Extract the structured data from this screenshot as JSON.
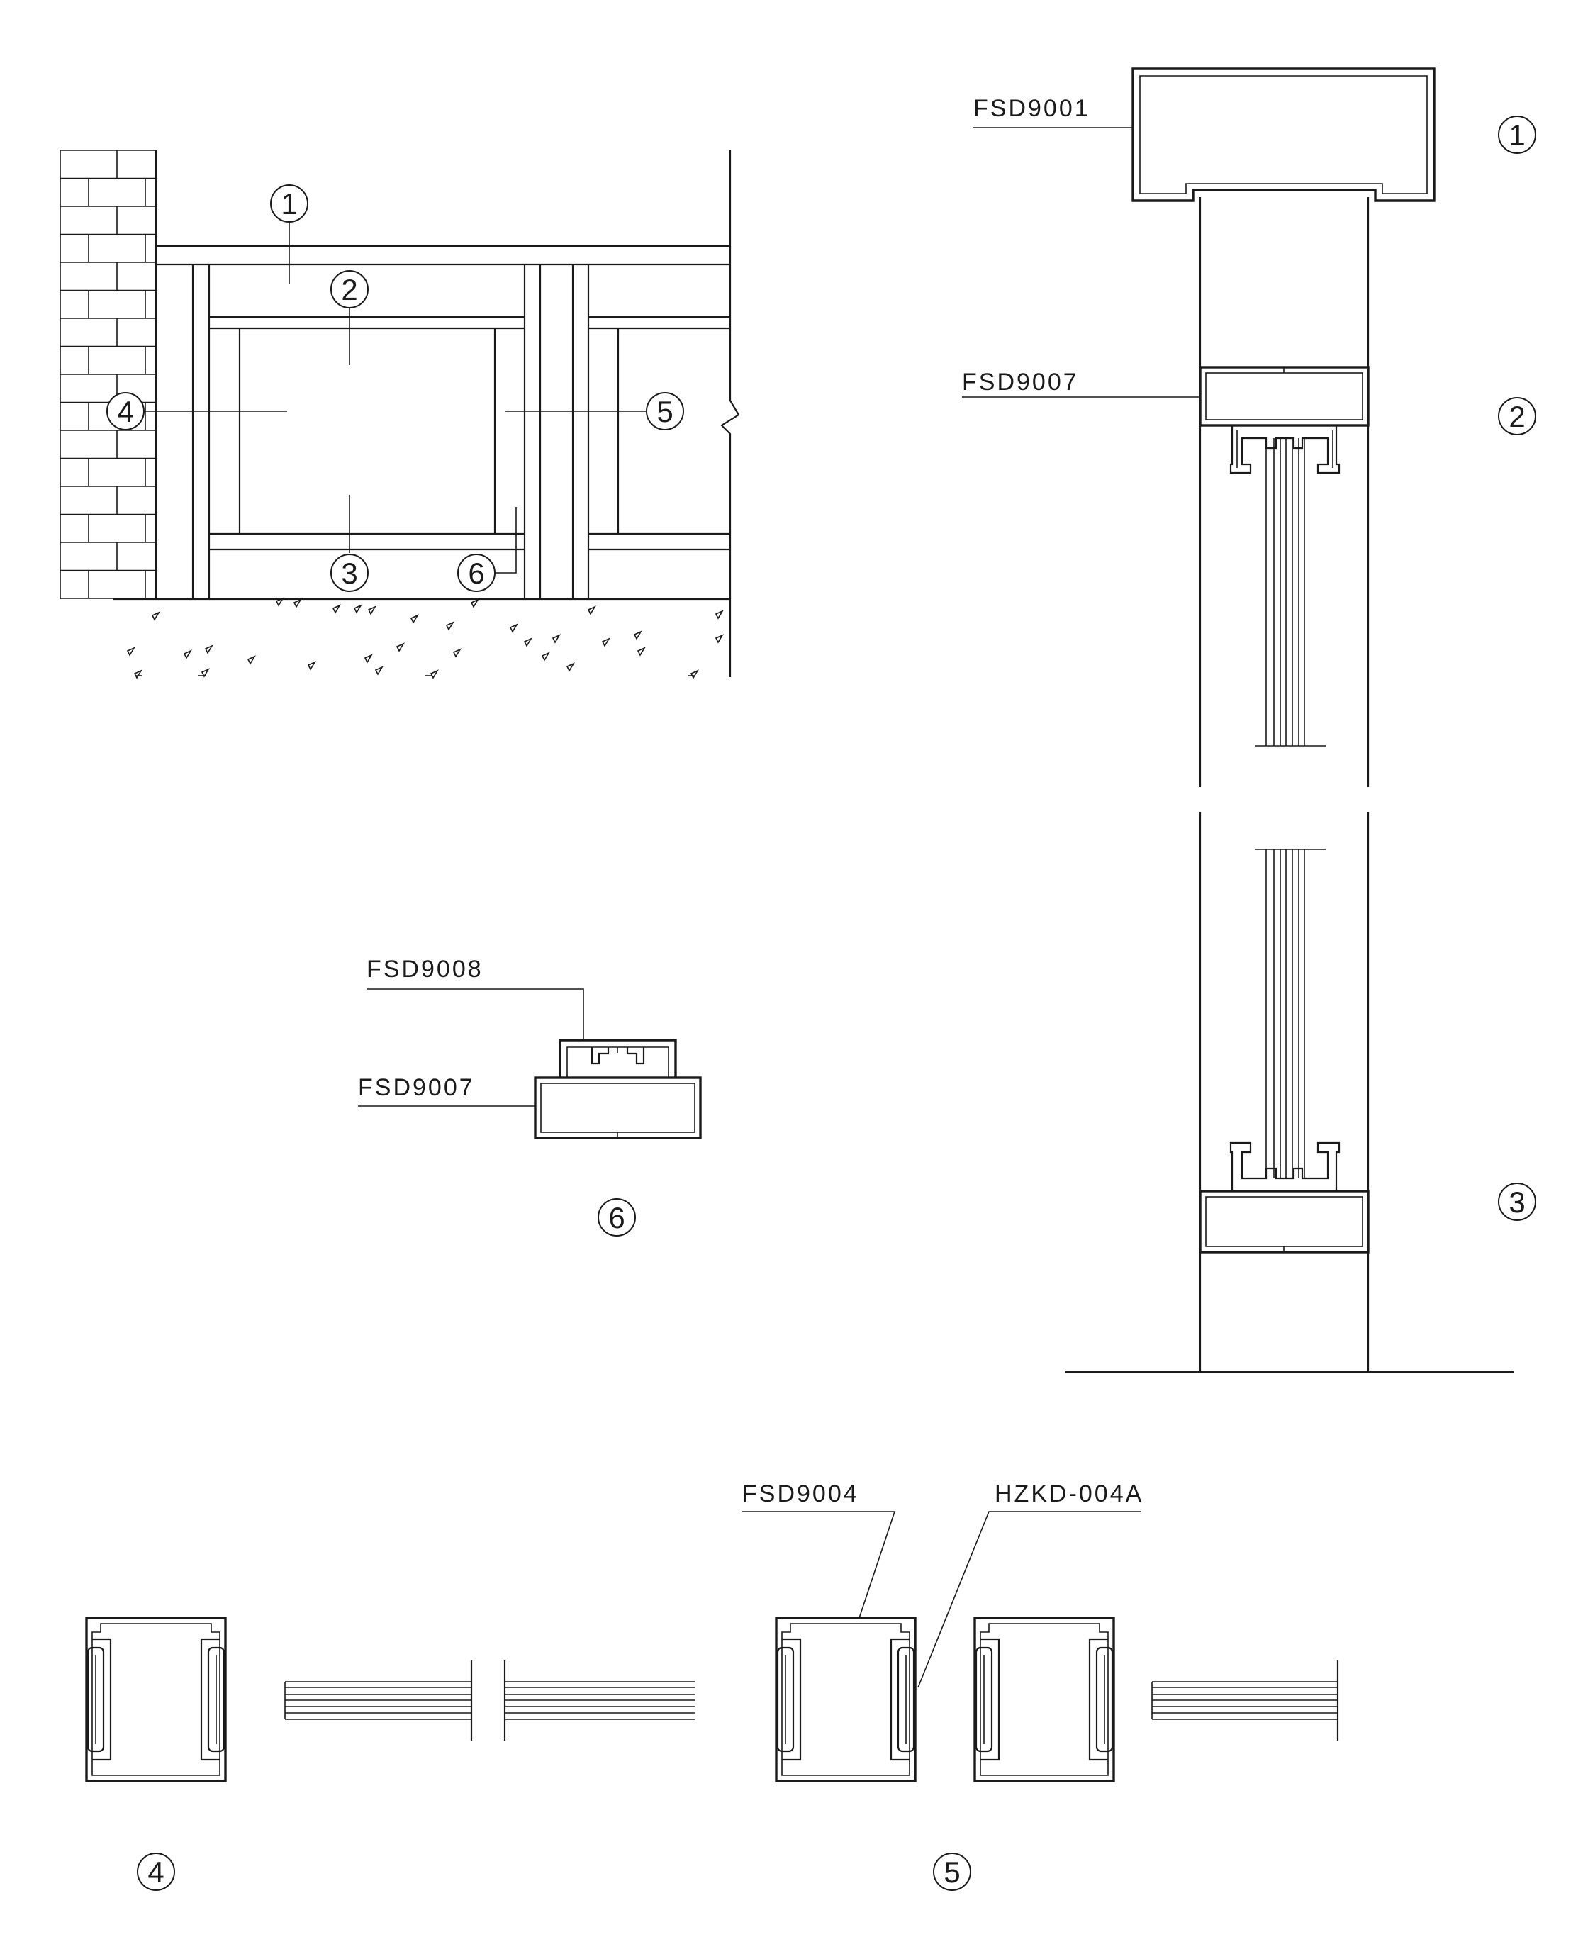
{
  "callouts": {
    "elev_1": "1",
    "elev_2": "2",
    "elev_3": "3",
    "elev_4": "4",
    "elev_5": "5",
    "elev_6": "6",
    "sec_1": "1",
    "sec_2": "2",
    "sec_3": "3",
    "sec_4": "4",
    "sec_5": "5",
    "sec_6": "6"
  },
  "profiles": {
    "top_track": "FSD9001",
    "upper_rail": "FSD9007",
    "detail6_upper": "FSD9008",
    "detail6_lower": "FSD9007",
    "vertical_stile": "FSD9004",
    "seal_strip": "HZKD-004A"
  },
  "colors": {
    "line": "#1a1a1a",
    "background": "#ffffff"
  }
}
